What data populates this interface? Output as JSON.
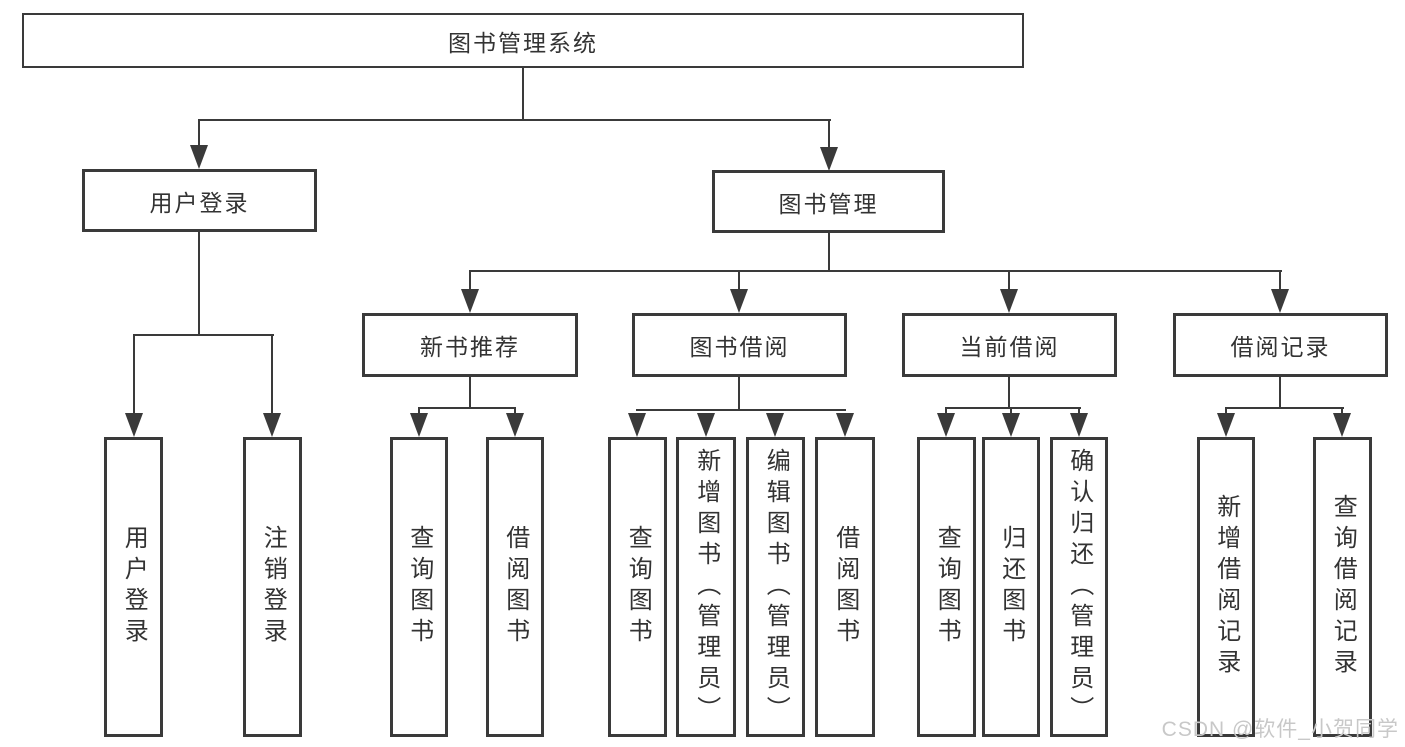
{
  "diagram": {
    "root": {
      "label": "图书管理系统"
    },
    "level2": [
      {
        "label": "用户登录"
      },
      {
        "label": "图书管理"
      }
    ],
    "level3": [
      {
        "label": "新书推荐"
      },
      {
        "label": "图书借阅"
      },
      {
        "label": "当前借阅"
      },
      {
        "label": "借阅记录"
      }
    ],
    "leaves": [
      {
        "label": "用户登录"
      },
      {
        "label": "注销登录"
      },
      {
        "label": "查询图书"
      },
      {
        "label": "借阅图书"
      },
      {
        "label": "查询图书"
      },
      {
        "label": "新增图书（管理员）"
      },
      {
        "label": "编辑图书（管理员）"
      },
      {
        "label": "借阅图书"
      },
      {
        "label": "查询图书"
      },
      {
        "label": "归还图书"
      },
      {
        "label": "确认归还（管理员）"
      },
      {
        "label": "新增借阅记录"
      },
      {
        "label": "查询借阅记录"
      }
    ],
    "watermark": "CSDN @软件_小贺同学",
    "colors": {
      "line": "#3a3a3a",
      "text": "#333333",
      "watermark": "#c8c8c8",
      "background": "#ffffff"
    }
  }
}
